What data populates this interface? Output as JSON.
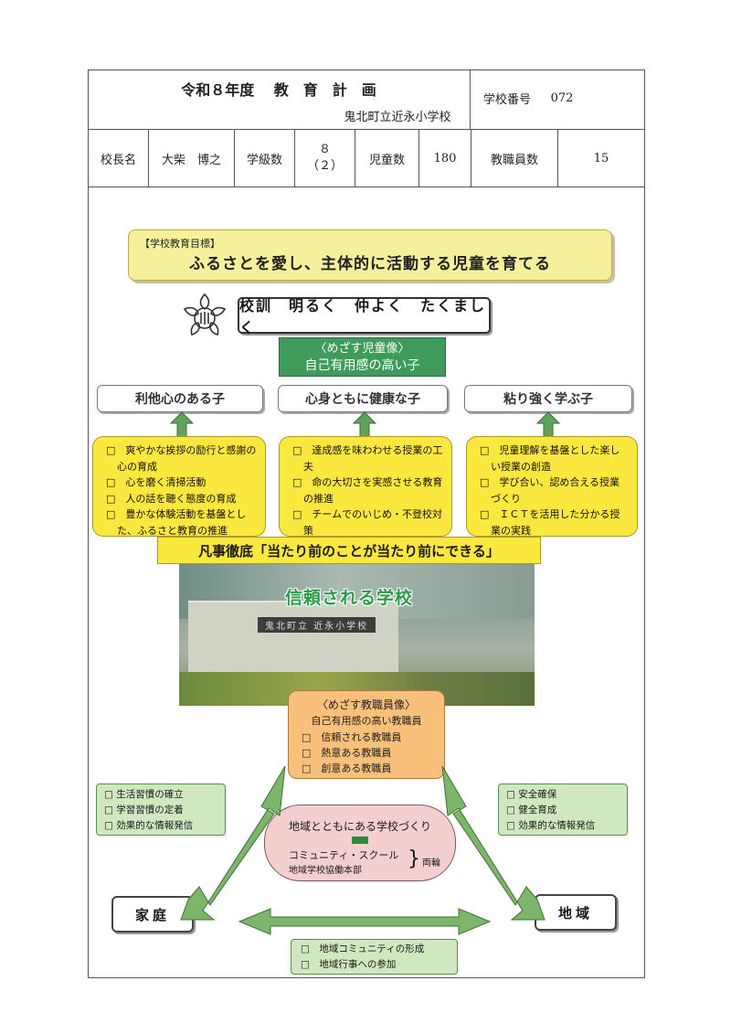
{
  "header": {
    "title": "令和８年度　 教　育　計　画",
    "school": "鬼北町立近永小学校",
    "school_no_label": "学校番号",
    "school_no": "072",
    "principal_label": "校長名",
    "principal": "大柴　博之",
    "classes_label": "学級数",
    "classes": "８",
    "classes_sub": "（２）",
    "students_label": "児童数",
    "students": "180",
    "staff_label": "教職員数",
    "staff": "15"
  },
  "goal": {
    "tag": "【学校教育目標】",
    "text": "ふるさとを愛し、主体的に活動する児童を育てる"
  },
  "motto": "校訓　明るく　仲よく　たくましく",
  "child_image": {
    "title": "〈めざす児童像〉",
    "subtitle": "自己有用感の高い子"
  },
  "pillars": [
    {
      "title": "利他心のある子",
      "items": [
        "□　爽やかな挨拶の励行と感謝の心の育成",
        "□　心を磨く清掃活動",
        "□　人の話を聴く態度の育成",
        "□　豊かな体験活動を基盤とした、ふるさと教育の推進"
      ]
    },
    {
      "title": "心身ともに健康な子",
      "items": [
        "□　達成感を味わわせる授業の工夫",
        "□　命の大切さを実感させる教育の推進",
        "□　チームでのいじめ・不登校対策"
      ]
    },
    {
      "title": "粘り強く学ぶ子",
      "items": [
        "□　児童理解を基盤とした楽しい授業の創造",
        "□　学び合い、認め合える授業づくり",
        "□　ＩＣＴを活用した分かる授業の実践"
      ]
    }
  ],
  "policy": "凡事徹底「当たり前のことが当たり前にできる」",
  "photo": {
    "caption": "信頼される学校",
    "sign": "鬼北町立 近永小学校"
  },
  "staff_image": {
    "title": "〈めざす教職員像〉",
    "subtitle": "自己有用感の高い教職員",
    "items": [
      "□　信頼される教職員",
      "□　熱意ある教職員",
      "□　創意ある教職員"
    ]
  },
  "home": {
    "label": "家庭",
    "items": [
      "□ 生活習慣の確立",
      "□ 学習習慣の定着",
      "□ 効果的な情報発信"
    ]
  },
  "community": {
    "label": "地域",
    "items": [
      "□ 安全確保",
      "□ 健全育成",
      "□ 効果的な情報発信"
    ]
  },
  "region_center": {
    "title": "地域とともにある学校づくり",
    "line1": "コミュニティ・スクール",
    "line2": "地域学校協働本部",
    "brace": "両輪"
  },
  "bottom": {
    "items": [
      "□　地域コミュニティの形成",
      "□　地域行事への参加"
    ]
  },
  "colors": {
    "green": "#3f9b5a",
    "yellow": "#fbe83f",
    "orange": "#f8c07b",
    "pink": "#f3cfd0",
    "light_green": "#cfe8c0"
  }
}
